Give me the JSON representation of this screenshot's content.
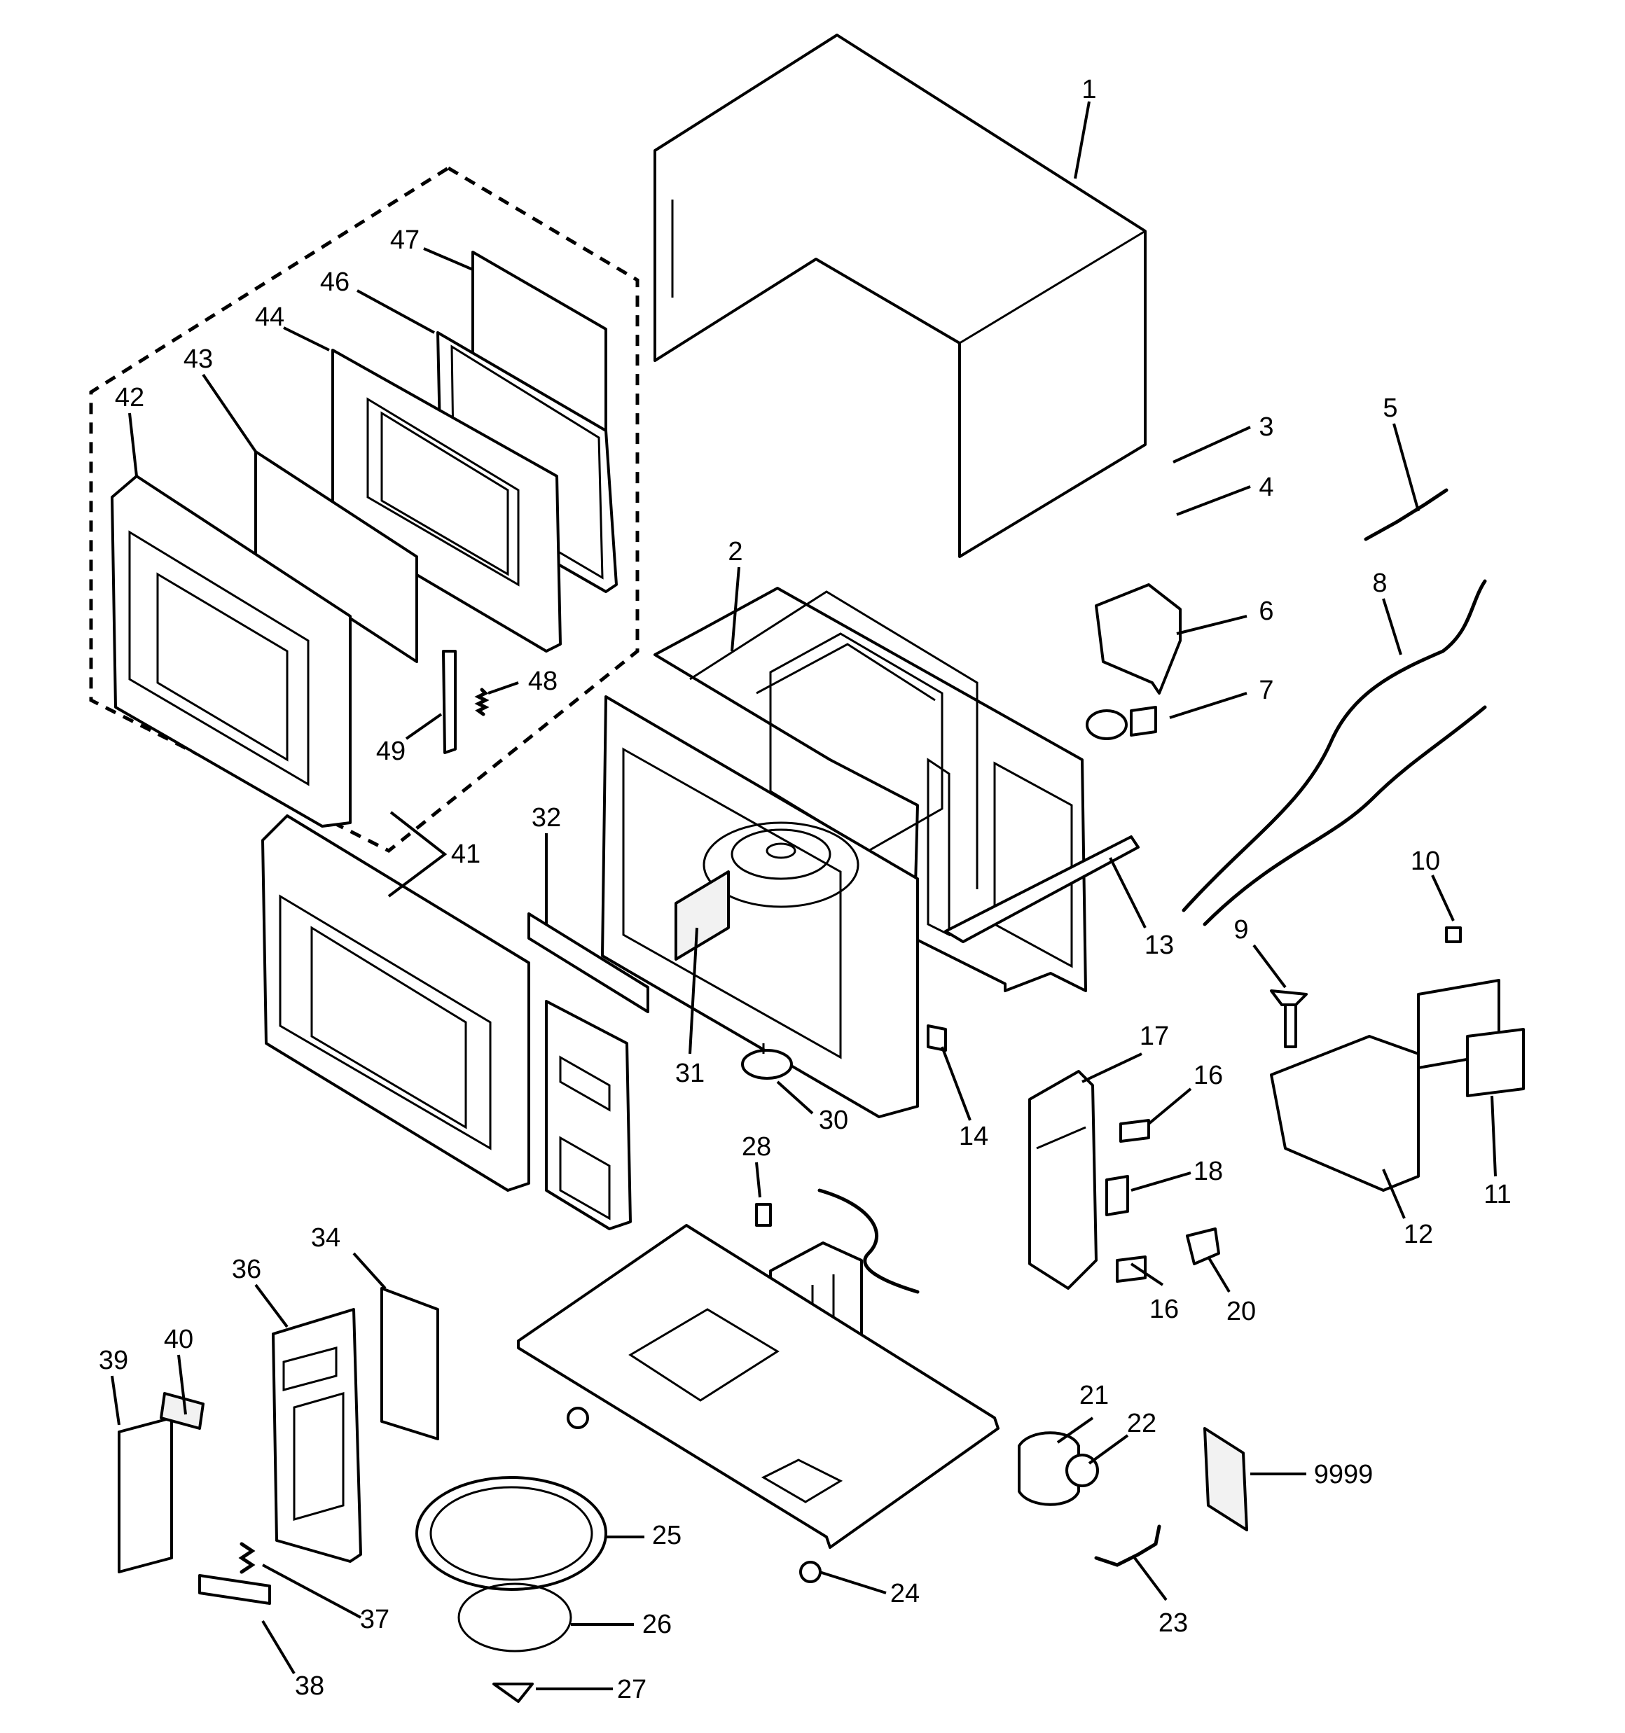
{
  "callouts": [
    {
      "id": "1",
      "text": "1"
    },
    {
      "id": "2",
      "text": "2"
    },
    {
      "id": "3",
      "text": "3"
    },
    {
      "id": "4",
      "text": "4"
    },
    {
      "id": "5",
      "text": "5"
    },
    {
      "id": "6",
      "text": "6"
    },
    {
      "id": "7",
      "text": "7"
    },
    {
      "id": "8",
      "text": "8"
    },
    {
      "id": "9",
      "text": "9"
    },
    {
      "id": "10",
      "text": "10"
    },
    {
      "id": "11",
      "text": "11"
    },
    {
      "id": "12",
      "text": "12"
    },
    {
      "id": "13",
      "text": "13"
    },
    {
      "id": "14",
      "text": "14"
    },
    {
      "id": "16a",
      "text": "16"
    },
    {
      "id": "16b",
      "text": "16"
    },
    {
      "id": "17",
      "text": "17"
    },
    {
      "id": "18",
      "text": "18"
    },
    {
      "id": "20",
      "text": "20"
    },
    {
      "id": "21",
      "text": "21"
    },
    {
      "id": "22",
      "text": "22"
    },
    {
      "id": "23",
      "text": "23"
    },
    {
      "id": "24",
      "text": "24"
    },
    {
      "id": "25",
      "text": "25"
    },
    {
      "id": "26",
      "text": "26"
    },
    {
      "id": "27",
      "text": "27"
    },
    {
      "id": "28",
      "text": "28"
    },
    {
      "id": "30",
      "text": "30"
    },
    {
      "id": "31",
      "text": "31"
    },
    {
      "id": "32",
      "text": "32"
    },
    {
      "id": "34",
      "text": "34"
    },
    {
      "id": "36",
      "text": "36"
    },
    {
      "id": "37",
      "text": "37"
    },
    {
      "id": "38",
      "text": "38"
    },
    {
      "id": "39",
      "text": "39"
    },
    {
      "id": "40",
      "text": "40"
    },
    {
      "id": "41",
      "text": "41"
    },
    {
      "id": "42",
      "text": "42"
    },
    {
      "id": "43",
      "text": "43"
    },
    {
      "id": "44",
      "text": "44"
    },
    {
      "id": "46",
      "text": "46"
    },
    {
      "id": "47",
      "text": "47"
    },
    {
      "id": "48",
      "text": "48"
    },
    {
      "id": "49",
      "text": "49"
    },
    {
      "id": "9999",
      "text": "9999"
    }
  ]
}
